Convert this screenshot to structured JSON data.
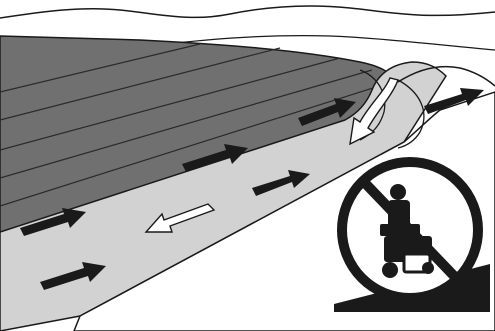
{
  "illustration": {
    "colors": {
      "background": "#ffffff",
      "outline": "#1a1a1a",
      "mowed_dark": "#6e6e6e",
      "mowed_dark_edge": "#5a5a5a",
      "mowed_light": "#d0d0d0",
      "unmowed": "#ffffff",
      "arrow_solid": "#1a1a1a",
      "arrow_hollow": "#ffffff",
      "prohibition": "#1a1a1a"
    },
    "arrows": {
      "dark_band_direction": "upslope-right",
      "light_band_direction": "upslope-right",
      "turn_direction": "down-left",
      "return_direction": "downslope-left"
    },
    "icons": [
      "slope-mowing-pattern",
      "no-riding-mower-on-slope-icon"
    ]
  }
}
